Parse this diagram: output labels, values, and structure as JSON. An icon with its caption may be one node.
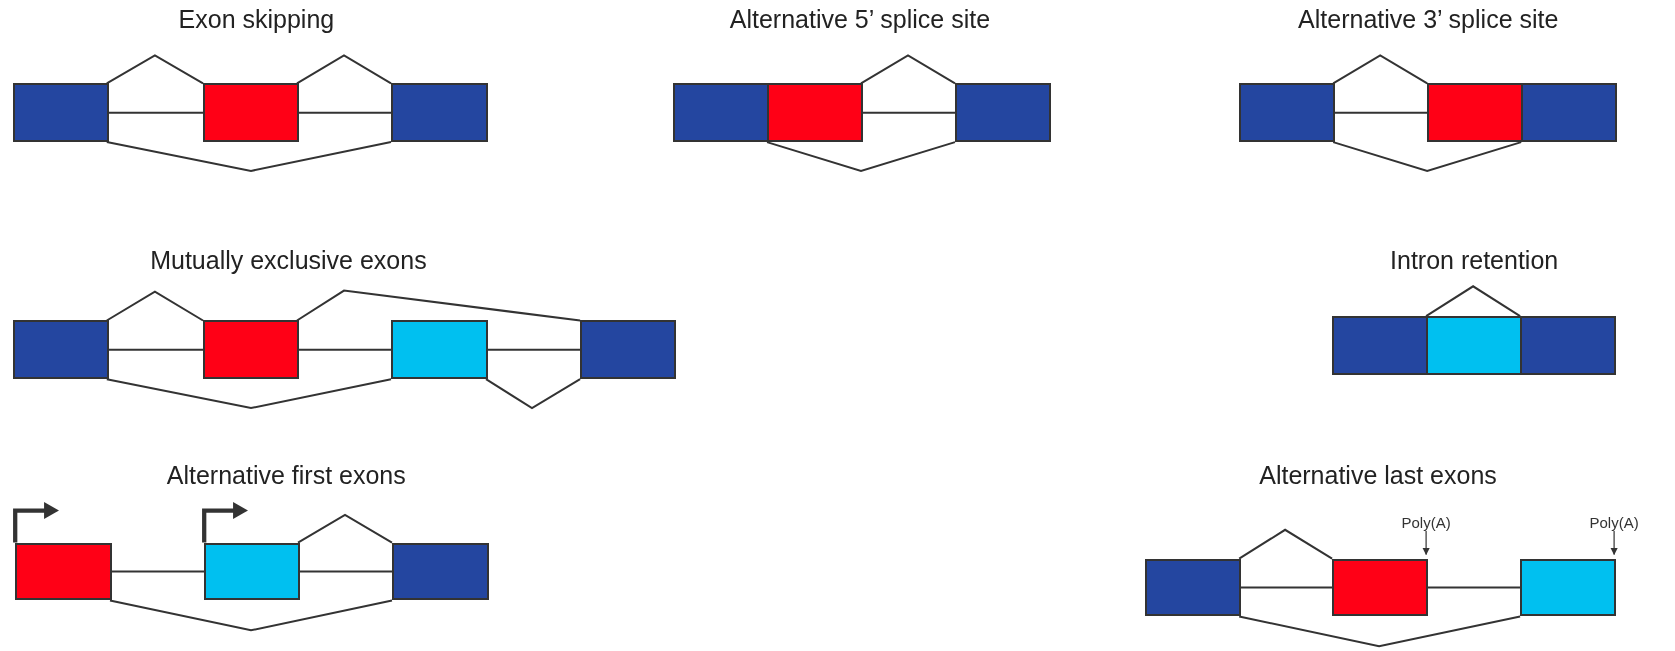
{
  "diagram": {
    "nodes": [
      {
        "text": [],
        "shape": "box"
      },
      {
        "text": [],
        "shape": "box"
      },
      {
        "text": [],
        "shape": "box"
      },
      {
        "text": [],
        "shape": "box"
      },
      {
        "text": [],
        "shape": "box"
      },
      {
        "text": [],
        "shape": "box"
      },
      {
        "text": [],
        "shape": "box"
      },
      {
        "text": [],
        "shape": "box"
      },
      {
        "text": [],
        "shape": "box"
      },
      {
        "text": [],
        "shape": "box"
      },
      {
        "text": [],
        "shape": "box"
      },
      {
        "text": [],
        "shape": "box"
      },
      {
        "text": [],
        "shape": "box"
      },
      {
        "text": [],
        "shape": "box"
      },
      {
        "text": [],
        "shape": "box"
      },
      {
        "text": [],
        "shape": "box"
      },
      {
        "text": [],
        "shape": "box"
      },
      {
        "text": [],
        "shape": "box"
      },
      {
        "text": [],
        "shape": "box"
      },
      {
        "text": [],
        "shape": "box"
      },
      {
        "text": [],
        "shape": "box"
      },
      {
        "text": [],
        "shape": "box"
      },
      {
        "text": [
          "Poly(A)"
        ]
      },
      {
        "text": [
          "Poly(A)"
        ]
      }
    ],
    "edges": [
      {
        "from": 0,
        "to": 1,
        "arrow": "none"
      },
      {
        "from": 1,
        "to": 2,
        "arrow": "none"
      },
      {
        "from": 0,
        "to": 1,
        "arrow": "none"
      },
      {
        "from": 1,
        "to": 2,
        "arrow": "none"
      },
      {
        "from": 0,
        "to": 2,
        "arrow": "none"
      },
      {
        "from": 4,
        "to": 5,
        "arrow": "none"
      },
      {
        "from": 4,
        "to": 5,
        "arrow": "none"
      },
      {
        "from": 3,
        "to": 5,
        "arrow": "none"
      },
      {
        "from": 6,
        "to": 7,
        "arrow": "none"
      },
      {
        "from": 6,
        "to": 7,
        "arrow": "none"
      },
      {
        "from": 6,
        "to": 8,
        "arrow": "none"
      },
      {
        "from": 9,
        "to": 10,
        "arrow": "none"
      },
      {
        "from": 10,
        "to": 11,
        "arrow": "none"
      },
      {
        "from": 11,
        "to": 12,
        "arrow": "none"
      },
      {
        "from": 9,
        "to": 10,
        "arrow": "none"
      },
      {
        "from": 10,
        "to": 12,
        "arrow": "none"
      },
      {
        "from": 9,
        "to": 11,
        "arrow": "none"
      },
      {
        "from": 11,
        "to": 12,
        "arrow": "none"
      },
      {
        "from": 13,
        "to": 15,
        "arrow": "none"
      },
      {
        "from": 16,
        "to": 17,
        "arrow": "none"
      },
      {
        "from": 17,
        "to": 18,
        "arrow": "none"
      },
      {
        "from": 17,
        "to": 18,
        "arrow": "none"
      },
      {
        "from": 16,
        "to": 18,
        "arrow": "none"
      },
      {
        "from": 19,
        "to": 20,
        "arrow": "none"
      },
      {
        "from": 20,
        "to": 21,
        "arrow": "none"
      },
      {
        "from": 19,
        "to": 20,
        "arrow": "none"
      },
      {
        "from": 19,
        "to": 21,
        "arrow": "none"
      },
      {
        "from": 22,
        "to": 20,
        "arrow": "to"
      },
      {
        "from": 23,
        "to": 21,
        "arrow": "to"
      }
    ],
    "labels": [
      "Exon skipping",
      "Alternative 5’ splice site",
      "Alternative 3’ splice site",
      "Mutually exclusive exons",
      "Intron retention",
      "Alternative first exons",
      "Alternative last exons"
    ]
  }
}
